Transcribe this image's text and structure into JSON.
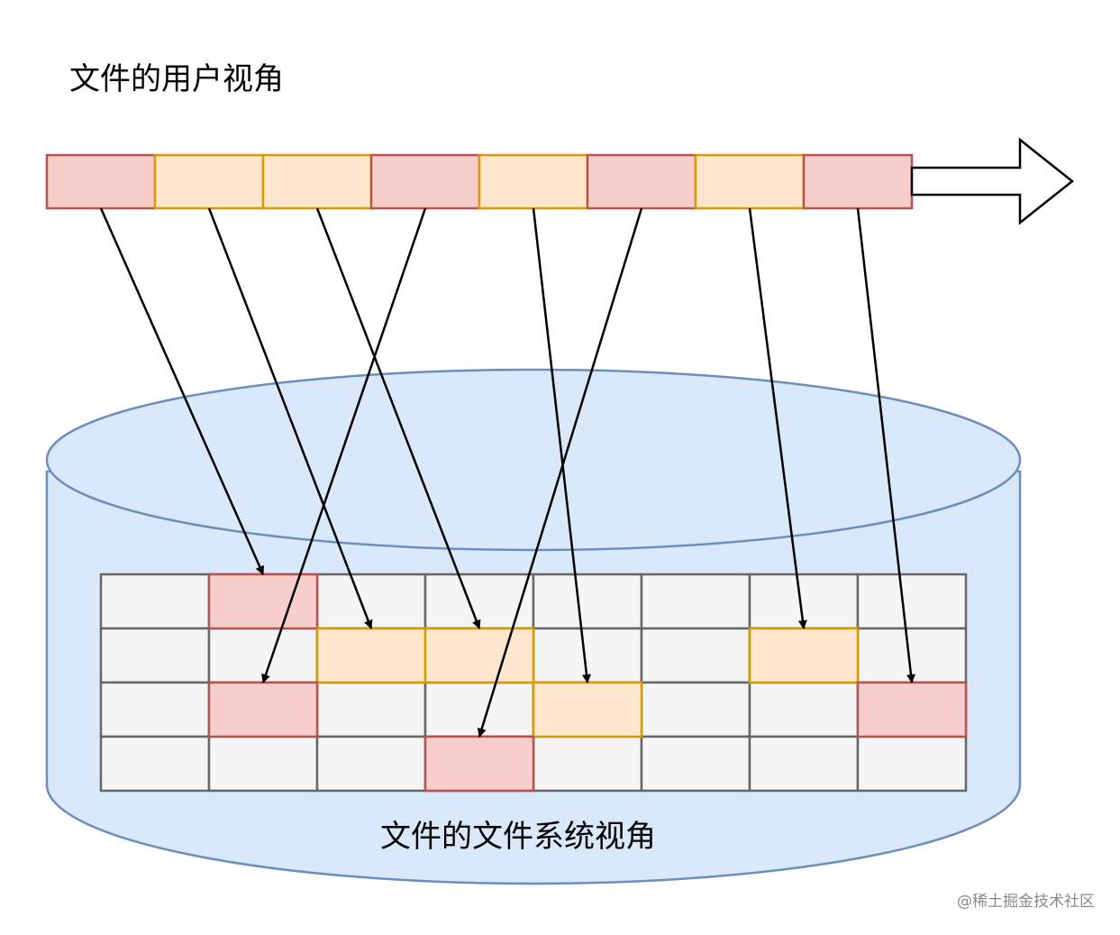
{
  "labels": {
    "user_view": "文件的用户视角",
    "fs_view": "文件的文件系统视角",
    "watermark": "@稀土掘金技术社区"
  },
  "colors": {
    "red_fill": "#f8cecc",
    "red_stroke": "#b85450",
    "orange_fill": "#ffe6cc",
    "orange_stroke": "#d79b00",
    "cell_fill": "#f5f5f5",
    "cell_stroke": "#666666",
    "disk_fill": "#dae8fc",
    "disk_stroke": "#6c8ebf",
    "arrow": "#000000"
  },
  "user_blocks": [
    "red",
    "orange",
    "orange",
    "red",
    "orange",
    "red",
    "orange",
    "red"
  ],
  "disk_grid": {
    "rows": 4,
    "cols": 8,
    "filled": [
      {
        "row": 0,
        "col": 1,
        "color": "red"
      },
      {
        "row": 1,
        "col": 2,
        "color": "orange"
      },
      {
        "row": 1,
        "col": 3,
        "color": "orange"
      },
      {
        "row": 1,
        "col": 6,
        "color": "orange"
      },
      {
        "row": 2,
        "col": 1,
        "color": "red"
      },
      {
        "row": 2,
        "col": 4,
        "color": "orange"
      },
      {
        "row": 2,
        "col": 7,
        "color": "red"
      },
      {
        "row": 3,
        "col": 3,
        "color": "red"
      }
    ]
  },
  "mappings": [
    {
      "from": 0,
      "row": 0,
      "col": 1
    },
    {
      "from": 1,
      "row": 1,
      "col": 2
    },
    {
      "from": 2,
      "row": 1,
      "col": 3
    },
    {
      "from": 3,
      "row": 2,
      "col": 1
    },
    {
      "from": 4,
      "row": 2,
      "col": 4
    },
    {
      "from": 5,
      "row": 3,
      "col": 3
    },
    {
      "from": 6,
      "row": 1,
      "col": 6
    },
    {
      "from": 7,
      "row": 2,
      "col": 7
    }
  ]
}
